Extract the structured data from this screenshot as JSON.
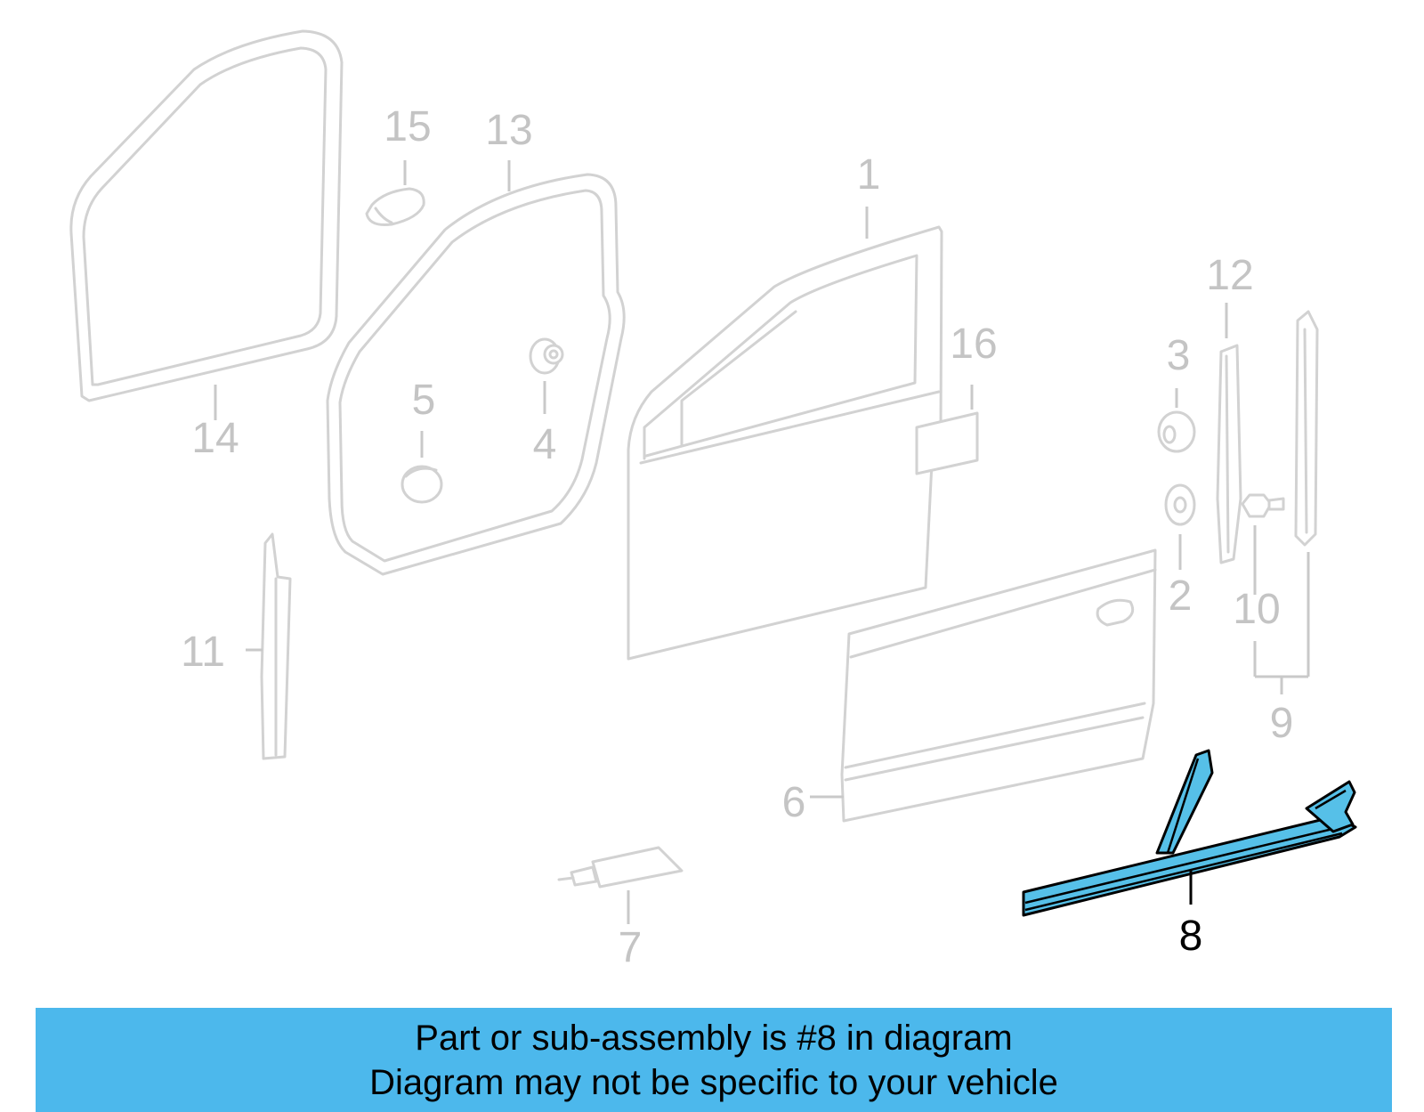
{
  "colors": {
    "highlight_fill": "#56c0e8",
    "banner_background": "#4cb8ec",
    "inactive_part_stroke": "#d2d2d2",
    "inactive_label": "#c4c4c4"
  },
  "callouts": [
    {
      "number": "1",
      "highlighted": false
    },
    {
      "number": "2",
      "highlighted": false
    },
    {
      "number": "3",
      "highlighted": false
    },
    {
      "number": "4",
      "highlighted": false
    },
    {
      "number": "5",
      "highlighted": false
    },
    {
      "number": "6",
      "highlighted": false
    },
    {
      "number": "7",
      "highlighted": false
    },
    {
      "number": "8",
      "highlighted": true
    },
    {
      "number": "9",
      "highlighted": false
    },
    {
      "number": "10",
      "highlighted": false
    },
    {
      "number": "11",
      "highlighted": false
    },
    {
      "number": "12",
      "highlighted": false
    },
    {
      "number": "13",
      "highlighted": false
    },
    {
      "number": "14",
      "highlighted": false
    },
    {
      "number": "15",
      "highlighted": false
    },
    {
      "number": "16",
      "highlighted": false
    }
  ],
  "banner": {
    "line1": "Part or sub-assembly is #8 in diagram",
    "line2": "Diagram may not be specific to your vehicle"
  }
}
